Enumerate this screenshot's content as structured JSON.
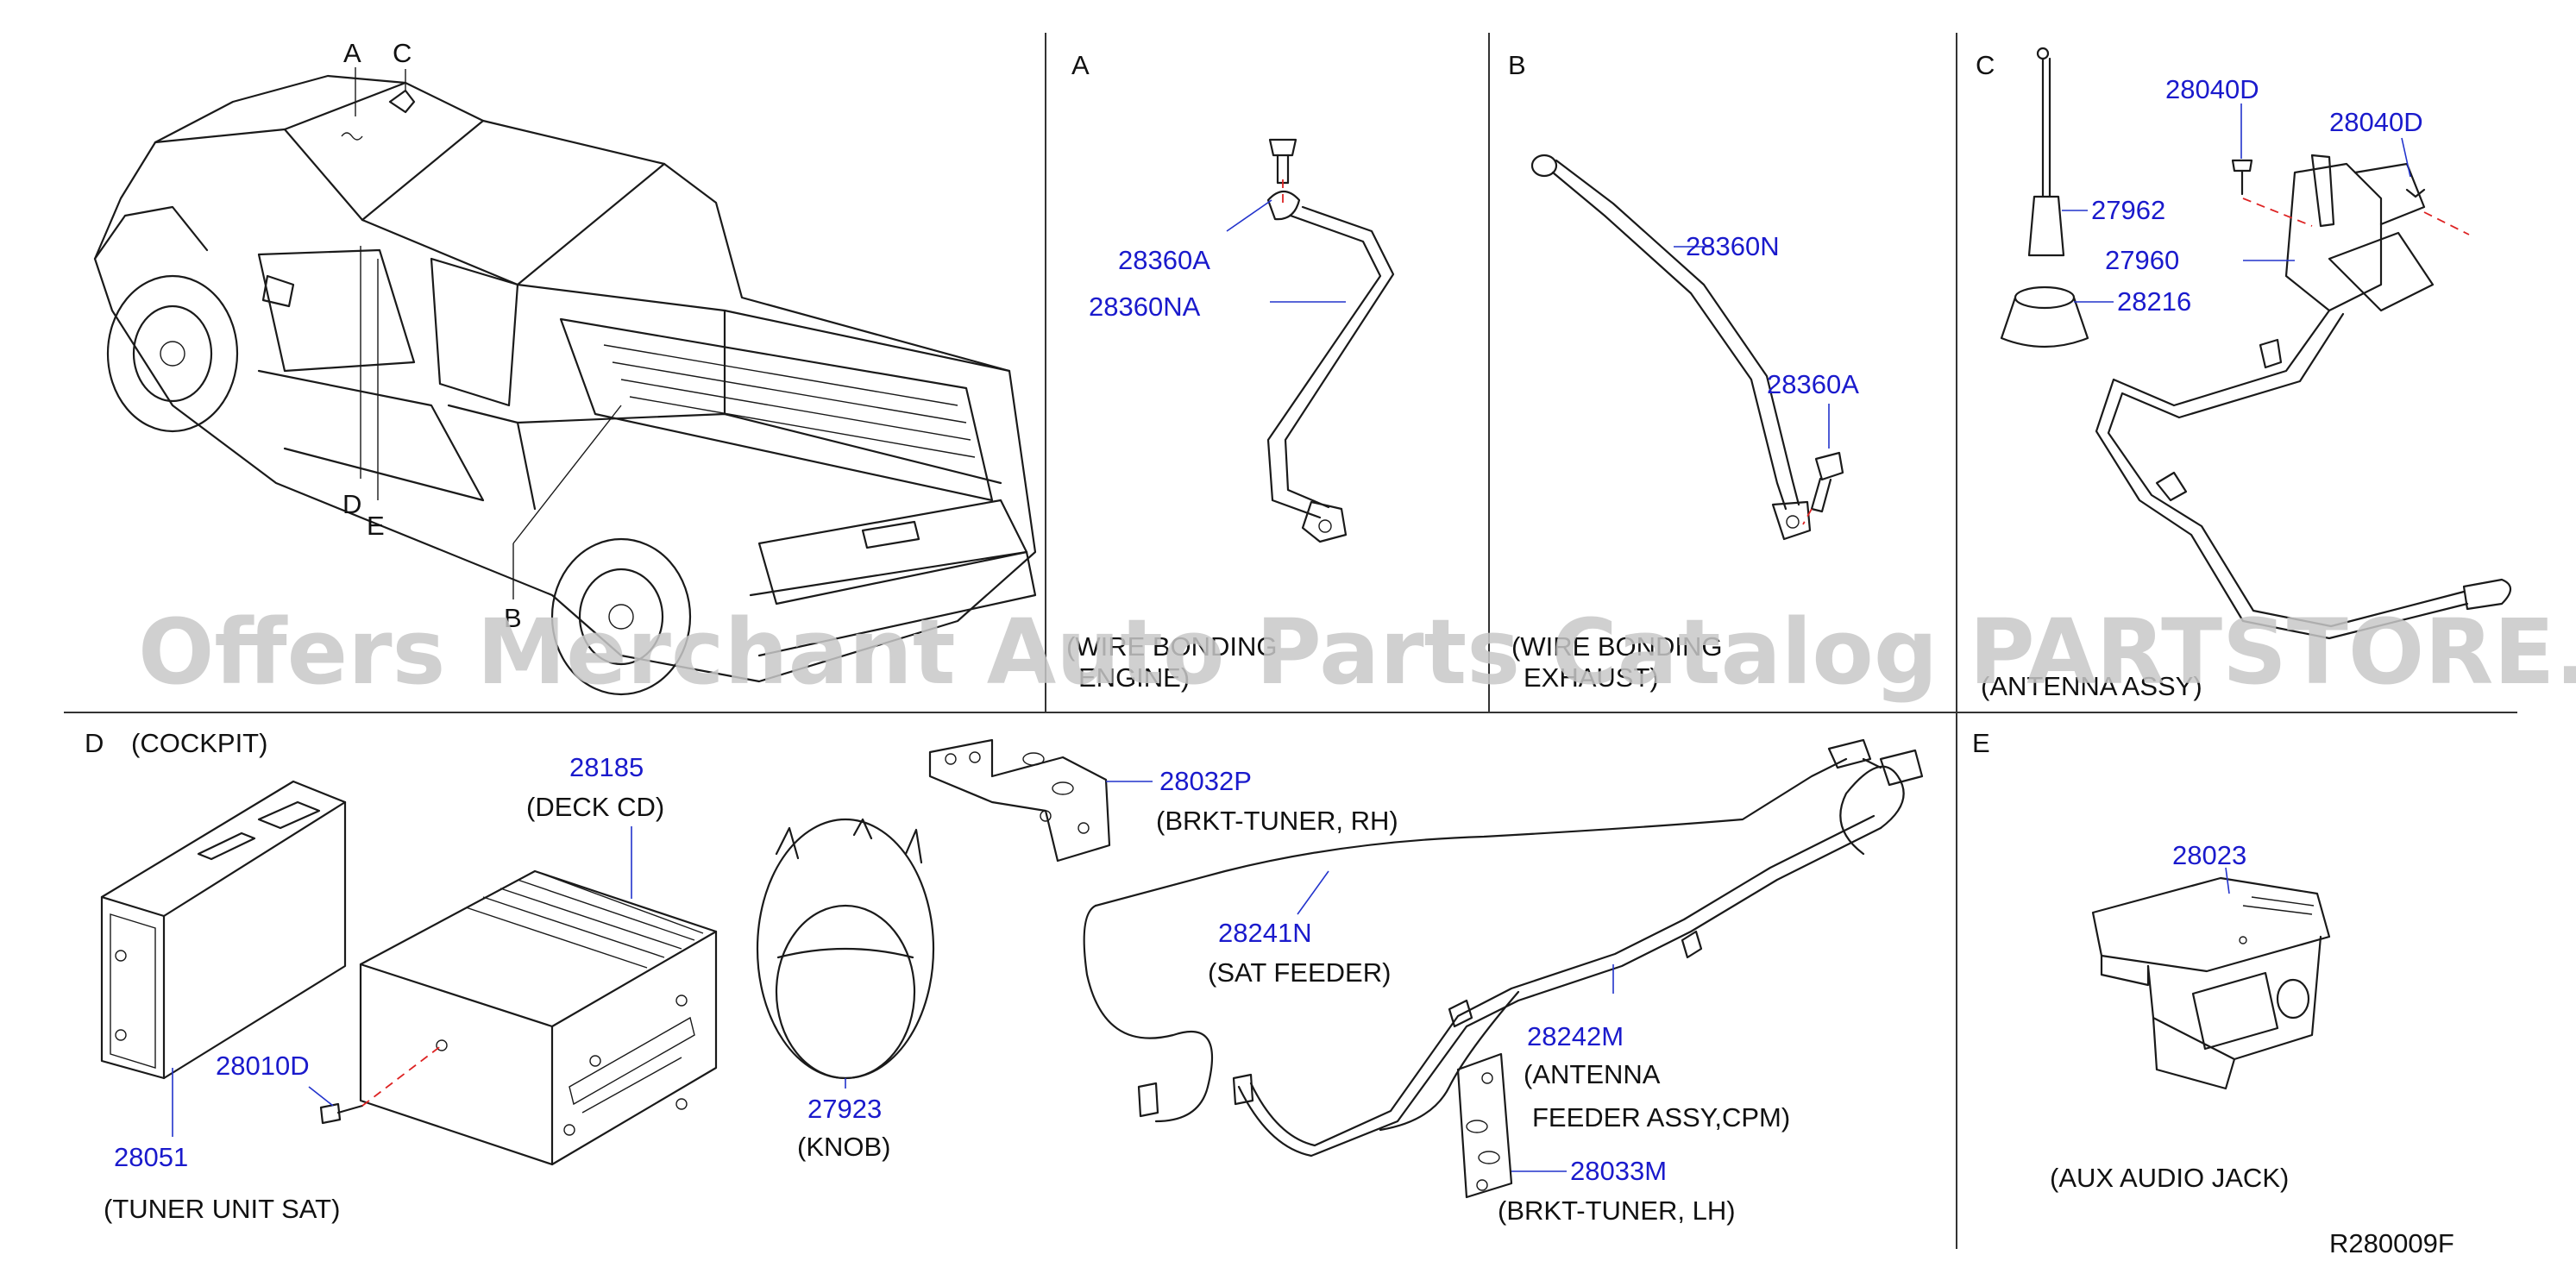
{
  "diagram_id": "R280009F",
  "watermark": "Offers Merchant Auto Parts Catalog PARTSTORE.SA",
  "colors": {
    "part_number": "#1a1acc",
    "line": "#1a1a1a",
    "leader_blue": "#2233cc",
    "leader_red": "#dd2222",
    "watermark": "#c8c8c8",
    "divider": "#333333"
  },
  "overview": {
    "callout_a": "A",
    "callout_b": "B",
    "callout_c": "C",
    "callout_d": "D",
    "callout_e": "E"
  },
  "panel_a": {
    "letter": "A",
    "caption_line1": "(WIRE BONDING",
    "caption_line2": "ENGINE)",
    "parts": {
      "bolt": "28360A",
      "wire": "28360NA"
    }
  },
  "panel_b": {
    "letter": "B",
    "caption_line1": "(WIRE BONDING",
    "caption_line2": "EXHAUST)",
    "parts": {
      "wire": "28360N",
      "bolt": "28360A"
    }
  },
  "panel_c": {
    "letter": "C",
    "caption": "(ANTENNA ASSY)",
    "parts": {
      "screw_left": "28040D",
      "screw_right": "28040D",
      "rod": "27962",
      "base": "27960",
      "grommet": "28216"
    }
  },
  "panel_d": {
    "letter": "D",
    "title": "(COCKPIT)",
    "parts": {
      "deck_num": "28185",
      "deck_name": "(DECK CD)",
      "screw_num": "28010D",
      "tuner_num": "28051",
      "tuner_name": "(TUNER UNIT SAT)",
      "knob_num": "27923",
      "knob_name": "(KNOB)",
      "brkt_rh_num": "28032P",
      "brkt_rh_name": "(BRKT-TUNER, RH)",
      "sat_num": "28241N",
      "sat_name": "(SAT FEEDER)",
      "ant_num": "28242M",
      "ant_name_1": "(ANTENNA",
      "ant_name_2": "FEEDER ASSY,CPM)",
      "brkt_lh_num": "28033M",
      "brkt_lh_name": "(BRKT-TUNER, LH)"
    }
  },
  "panel_e": {
    "letter": "E",
    "caption": "(AUX AUDIO JACK)",
    "parts": {
      "jack": "28023"
    }
  }
}
